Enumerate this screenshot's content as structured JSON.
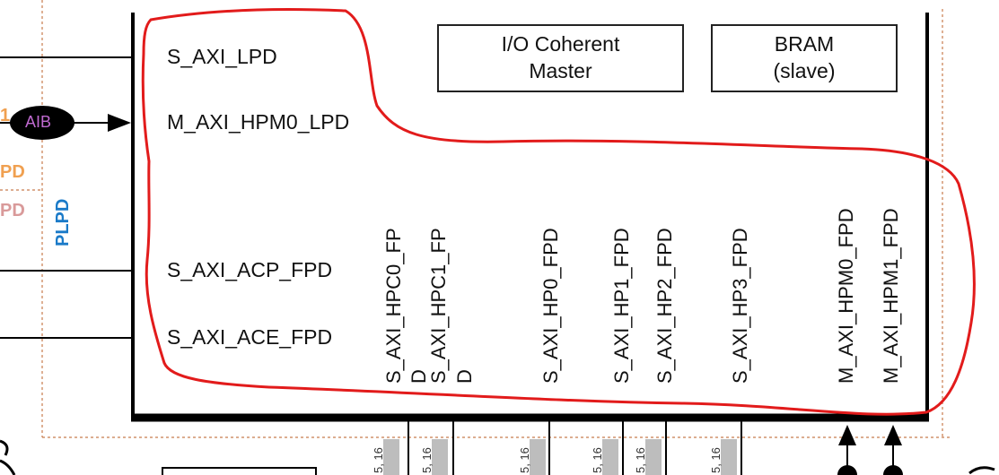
{
  "diagram": {
    "port_labels": {
      "s_axi_lpd": "S_AXI_LPD",
      "m_axi_hpm0_lpd": "M_AXI_HPM0_LPD",
      "s_axi_acp_fpd": "S_AXI_ACP_FPD",
      "s_axi_ace_fpd": "S_AXI_ACE_FPD"
    },
    "vertical_ports": [
      "S_AXI_HPC0_FP",
      "D",
      "S_AXI_HPC1_FP",
      "D",
      "S_AXI_HP0_FPD",
      "S_AXI_HP1_FPD",
      "S_AXI_HP2_FPD",
      "S_AXI_HP3_FPD",
      "M_AXI_HPM0_FPD",
      "M_AXI_HPM1_FPD"
    ],
    "boxes": {
      "io_coherent": [
        "I/O Coherent",
        "Master"
      ],
      "bram": [
        "BRAM",
        "(slave)"
      ]
    },
    "aib_label": "AIB",
    "side_labels": {
      "plpd": "PLPD",
      "pd_orange": "PD",
      "pd_pink": "PD",
      "left_one": "1"
    },
    "bus_tags": [
      "5, 16",
      "5, 16",
      "5, 16",
      "5, 16",
      "5, 16",
      "5, 16"
    ],
    "colors": {
      "annotation": "#e21b1b",
      "plpd": "#1a7ac8",
      "pd_orange": "#f0a050",
      "pd_pink": "#d99a9a",
      "aib_text": "#c06ad0",
      "dashed": "#c87c4e"
    }
  }
}
